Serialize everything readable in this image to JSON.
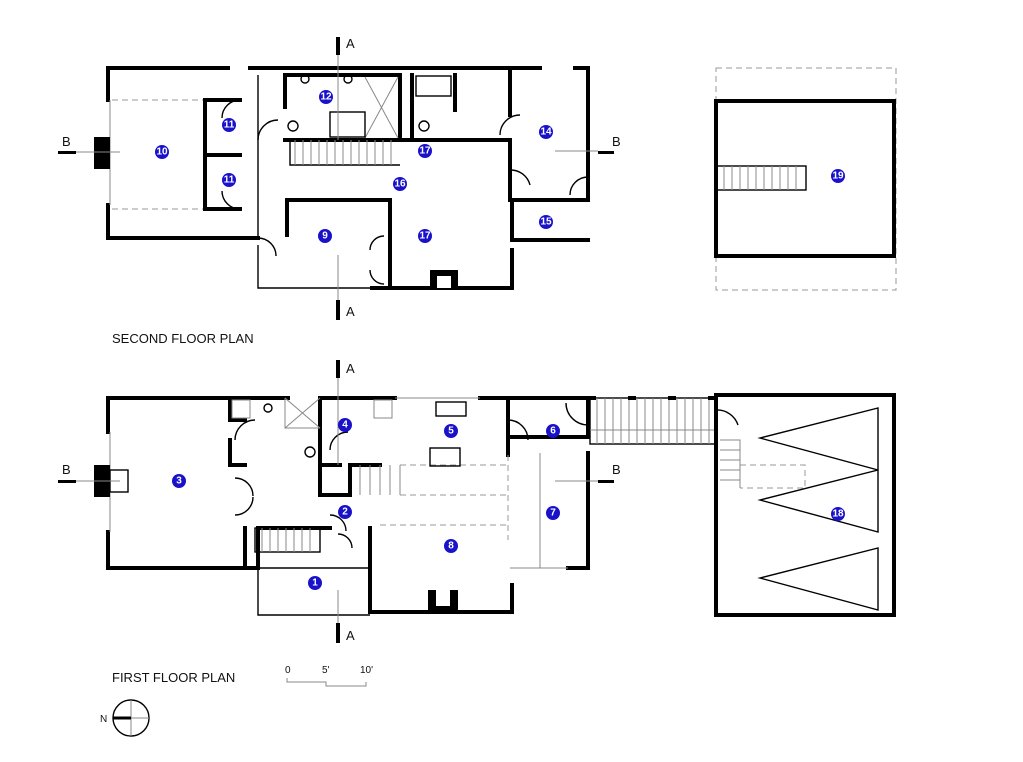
{
  "titles": {
    "second": "SECOND FLOOR PLAN",
    "first": "FIRST FLOOR PLAN"
  },
  "section_marks": {
    "a": "A",
    "b": "B"
  },
  "scale": {
    "zero": "0",
    "five": "5'",
    "ten": "10'"
  },
  "north": "N",
  "label_color": "#1a12c8",
  "rooms_second": [
    "10",
    "11",
    "11",
    "12",
    "14",
    "17",
    "16",
    "9",
    "17",
    "15",
    "19"
  ],
  "rooms_first": [
    "1",
    "2",
    "3",
    "4",
    "5",
    "6",
    "7",
    "8",
    "18"
  ]
}
